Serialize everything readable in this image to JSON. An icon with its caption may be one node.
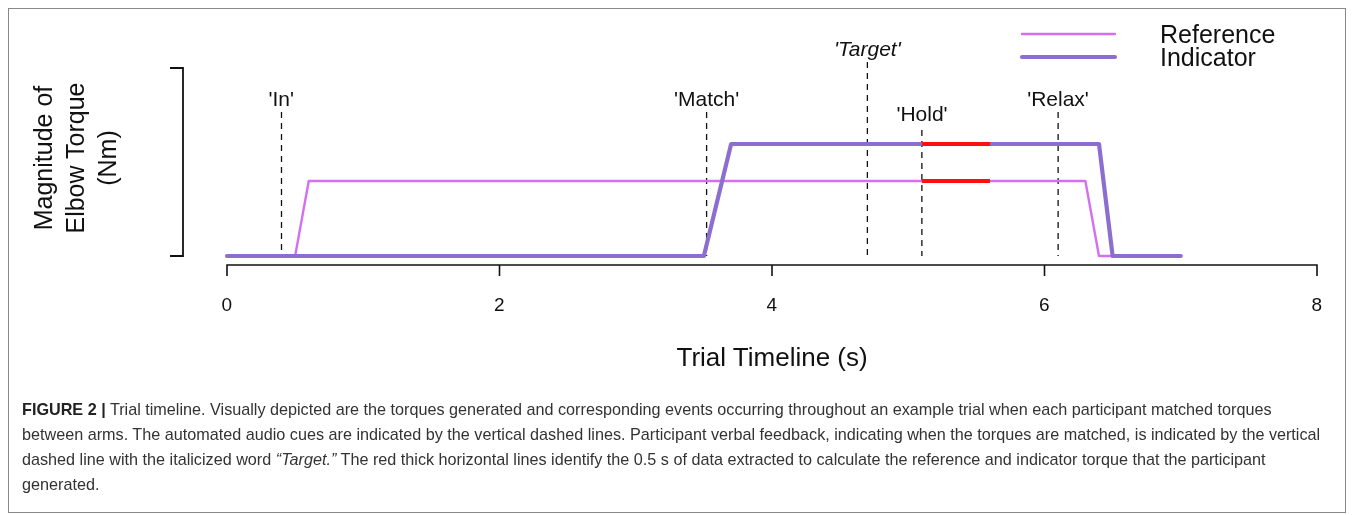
{
  "diagram": {
    "caption": "**FIGURE 2 |** Trial timeline. Visually depicted are the torques generated and corresponding events occurring throughout an example trial when each participant matched torques between arms. The automated audio cues are indicated by the vertical dashed lines. Participant verbal feedback, indicating when the torques are matched, is indicated by the vertical dashed line with the italicized word *“Target.”* The red thick horizontal lines identify the 0.5 s of data extracted to calculate the reference and indicator torque that the participant generated.",
    "labels": [
      "'Target'",
      "'In'",
      "'Match'",
      "'Hold'",
      "'Relax'",
      "Magnitude of Elbow Torque (Nm)",
      "0",
      "2",
      "4",
      "6",
      "8",
      "Trial Timeline (s)"
    ],
    "legend": [
      {
        "text": "Reference"
      },
      {
        "text": "Indicator"
      }
    ]
  }
}
